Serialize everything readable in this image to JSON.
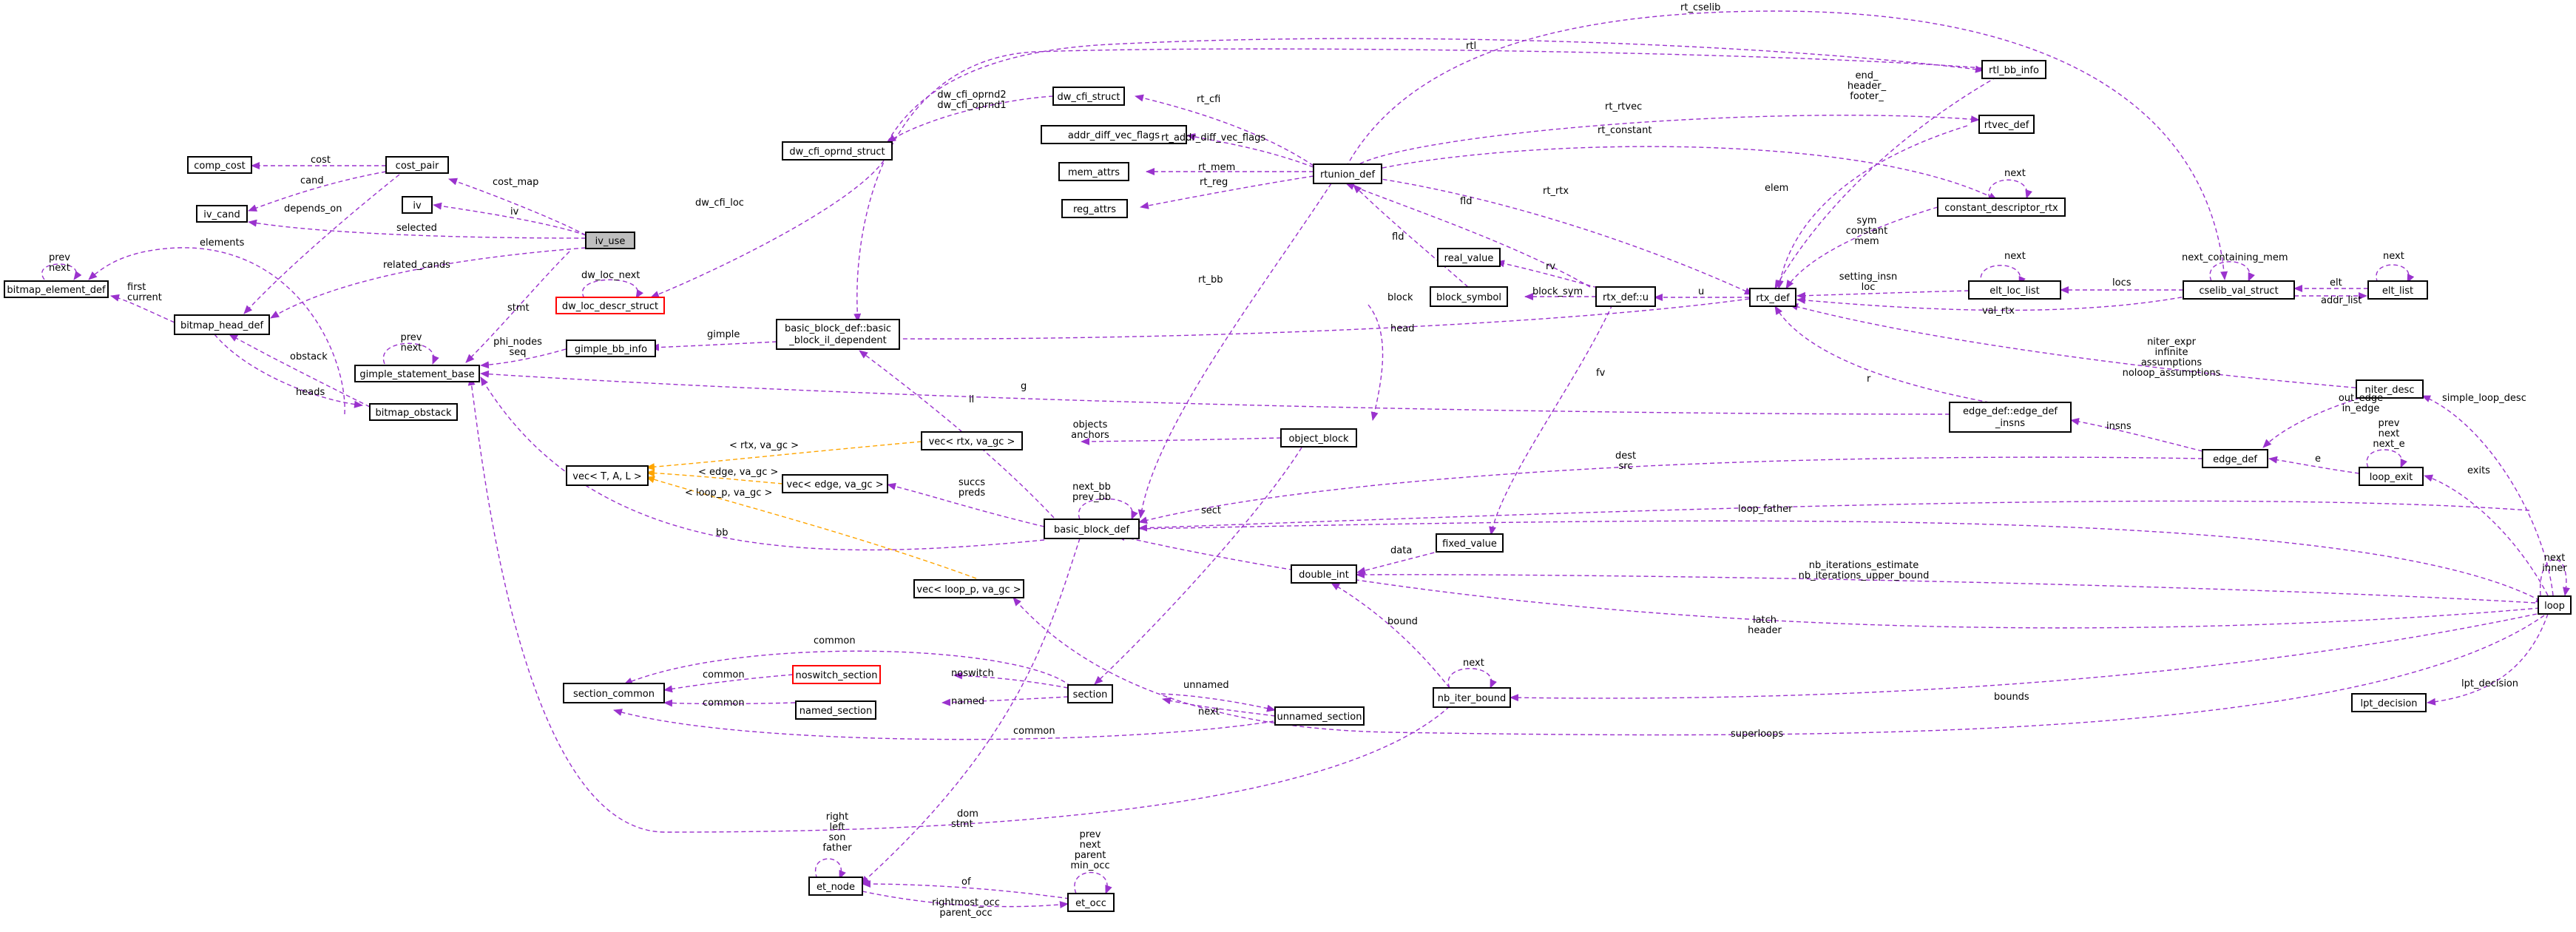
{
  "colors": {
    "edge": "#9a32cd",
    "template_edge": "#ffa500",
    "node_border": "#000000",
    "node_border_missing": "#ff0000",
    "root_fill": "#bfbfbf"
  },
  "nodes": {
    "iv_use": "iv_use",
    "cost_pair": "cost_pair",
    "comp_cost": "comp_cost",
    "iv": "iv",
    "iv_cand": "iv_cand",
    "bitmap_element_def": "bitmap_element_def",
    "bitmap_head_def": "bitmap_head_def",
    "gimple_statement_base": "gimple_statement_base",
    "bitmap_obstack": "bitmap_obstack",
    "dw_loc_descr_struct": "dw_loc_descr_struct",
    "gimple_bb_info": "gimple_bb_info",
    "dw_cfi_oprnd_struct": "dw_cfi_oprnd_struct",
    "dw_cfi_struct": "dw_cfi_struct",
    "addr_diff_vec_flags": "addr_diff_vec_flags",
    "mem_attrs": "mem_attrs",
    "reg_attrs": "reg_attrs",
    "rtunion_def": "rtunion_def",
    "basic_block_def_il": "basic_block_def::basic\n_block_il_dependent",
    "real_value": "real_value",
    "block_symbol": "block_symbol",
    "rtx_def_u": "rtx_def::u",
    "object_block": "object_block",
    "vec_rtx": "vec< rtx, va_gc >",
    "vec_T": "vec< T, A, L >",
    "vec_edge": "vec< edge, va_gc >",
    "basic_block_def": "basic_block_def",
    "vec_loop": "vec< loop_p, va_gc >",
    "fixed_value": "fixed_value",
    "double_int": "double_int",
    "nb_iter_bound": "nb_iter_bound",
    "section_common": "section_common",
    "noswitch_section": "noswitch_section",
    "named_section": "named_section",
    "section": "section",
    "unnamed_section": "unnamed_section",
    "et_node": "et_node",
    "et_occ": "et_occ",
    "rtl_bb_info": "rtl_bb_info",
    "rtvec_def": "rtvec_def",
    "constant_descriptor_rtx": "constant_descriptor_rtx",
    "rtx_def": "rtx_def",
    "elt_loc_list": "elt_loc_list",
    "cselib_val_struct": "cselib_val_struct",
    "elt_list": "elt_list",
    "edge_def_insns": "edge_def::edge_def\n_insns",
    "niter_desc": "niter_desc",
    "edge_def": "edge_def",
    "loop_exit": "loop_exit",
    "loop": "loop",
    "lpt_decision": "lpt_decision"
  },
  "edge_labels": {
    "cost": "cost",
    "cand": "cand",
    "depends_on": "depends_on",
    "cost_map": "cost_map",
    "iv": "iv",
    "selected": "selected",
    "elements": "elements",
    "related_cands": "related_cands",
    "prev_next": "prev\nnext",
    "first_current": "first\ncurrent",
    "stmt": "stmt",
    "obstack": "obstack",
    "heads": "heads",
    "gs_prev_next": "prev\nnext",
    "phi_nodes_seq": "phi_nodes\nseq",
    "dw_loc_next": "dw_loc_next",
    "dw_cfi_loc": "dw_cfi_loc",
    "dw_cfi_oprnd": "dw_cfi_oprnd2\ndw_cfi_oprnd1",
    "rtl": "rtl",
    "rt_cselib": "rt_cselib",
    "rt_cfi": "rt_cfi",
    "rt_addr_diff_vec_flags": "rt_addr_diff_vec_flags",
    "rt_mem": "rt_mem",
    "rt_reg": "rt_reg",
    "rt_rtvec": "rt_rtvec",
    "rt_constant": "rt_constant",
    "rt_rtx": "rt_rtx",
    "rt_bb": "rt_bb",
    "fld_1": "fld",
    "fld_2": "fld",
    "rv": "rv",
    "block_sym": "block_sym",
    "block": "block",
    "u": "u",
    "fv": "fv",
    "gimple": "gimple",
    "head": "head",
    "g": "g",
    "il": "il",
    "objects_anchors": "objects\nanchors",
    "tpl_rtx": "< rtx, va_gc >",
    "tpl_edge": "< edge, va_gc >",
    "tpl_loop": "< loop_p, va_gc >",
    "succs_preds": "succs\npreds",
    "next_bb_prev_bb": "next_bb\nprev_bb",
    "bb": "bb",
    "sect": "sect",
    "dest_src": "dest\nsrc",
    "loop_father": "loop_father",
    "data": "data",
    "nb_iterations": "nb_iterations_estimate\nnb_iterations_upper_bound",
    "bound": "bound",
    "nib_next": "next",
    "latch_header": "latch\nheader",
    "bounds": "bounds",
    "superloops": "superloops",
    "common_1": "common",
    "common_2": "common",
    "common_3": "common",
    "common_4": "common",
    "noswitch": "noswitch",
    "named": "named",
    "unnamed": "unnamed",
    "us_next": "next",
    "stmt_2": "stmt",
    "dom": "dom",
    "et_self": "right\nleft\nson\nfather",
    "of": "of",
    "occ_self": "prev\nnext\nparent\nmin_occ",
    "rightmost_occ": "rightmost_occ\nparent_occ",
    "end_header_footer": "end_\nheader_\nfooter_",
    "elem": "elem",
    "cd_next": "next",
    "sym_constant_mem": "sym\nconstant\nmem",
    "setting_insn_loc": "setting_insn\nloc",
    "ell_next": "next",
    "locs": "locs",
    "next_containing_mem": "next_containing_mem",
    "elt": "elt",
    "addr_list": "addr_list",
    "el_next": "next",
    "val_rtx": "val_rtx",
    "niter_expr": "niter_expr\ninfinite\nassumptions\nnoloop_assumptions",
    "r": "r",
    "insns": "insns",
    "out_edge_in_edge": "out_edge\nin_edge",
    "simple_loop_desc": "simple_loop_desc",
    "e": "e",
    "le_self": "prev\nnext\nnext_e",
    "exits": "exits",
    "next_inner": "next\ninner",
    "lpt_decision_lbl": "lpt_decision"
  }
}
